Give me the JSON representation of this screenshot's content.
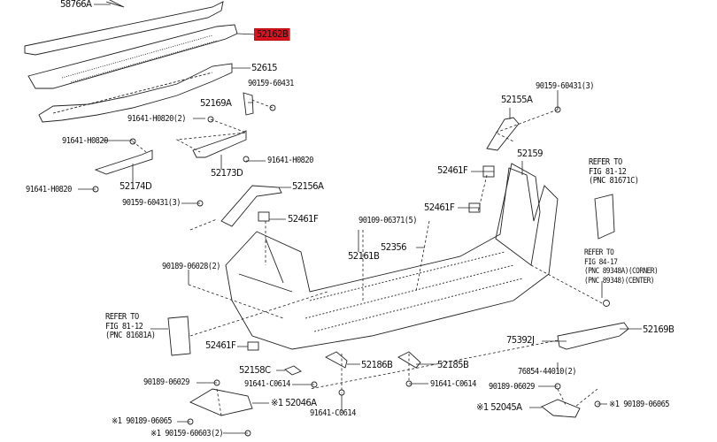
{
  "diagram": {
    "highlight_color": "#d8121e",
    "labels": {
      "p58766a": "58766A",
      "p52162b": "52162B",
      "p52615": "52615",
      "p90159_60431": "90159-60431",
      "p52169a": "52169A",
      "p91641_h0820_2": "91641-H0820(2)",
      "p91641_h0820_a": "91641-H0820",
      "p91641_h0820_b": "91641-H0820",
      "p52173d": "52173D",
      "p52174d": "52174D",
      "p91641_h0820_c": "91641-H0820",
      "p52156a": "52156A",
      "p90159_60431_3a": "90159-60431(3)",
      "p52461f_a": "52461F",
      "p90159_60431_3b": "90159-60431(3)",
      "p52155a": "52155A",
      "p52159": "52159",
      "p52461f_b": "52461F",
      "p52461f_c": "52461F",
      "p90109_06371_5": "90109-06371(5)",
      "p52356": "52356",
      "p52161b": "52161B",
      "p90189_06028_2": "90189-06028(2)",
      "p52461f_d": "52461F",
      "p75392j": "75392J",
      "p52169b": "52169B",
      "p76854_44010_2": "76854-44010(2)",
      "p52158c": "52158C",
      "p52186b": "52186B",
      "p52185b": "52185B",
      "p91641_c0614_a": "91641-C0614",
      "p91641_c0614_b": "91641-C0614",
      "p91641_c0614_c": "91641-C0614",
      "p90189_06029_a": "90189-06029",
      "p90189_06029_b": "90189-06029",
      "p52046a": "※1 52046A",
      "p52045a": "※1 52045A",
      "p90189_06065_a": "※1 90189-06065",
      "p90189_06065_b": "※1 90189-06065",
      "p90159_60603_2": "※1 90159-60603(2)"
    },
    "refs": {
      "r81671c": [
        "REFER TO",
        "FIG 81-12",
        "(PNC 81671C)"
      ],
      "r81681a": [
        "REFER TO",
        "FIG 81-12",
        "(PNC 81681A)"
      ],
      "r89348": [
        "REFER TO",
        "FIG 84-17",
        "(PNC 89348A)(CORNER)",
        "(PNC 89348)(CENTER)"
      ]
    }
  }
}
